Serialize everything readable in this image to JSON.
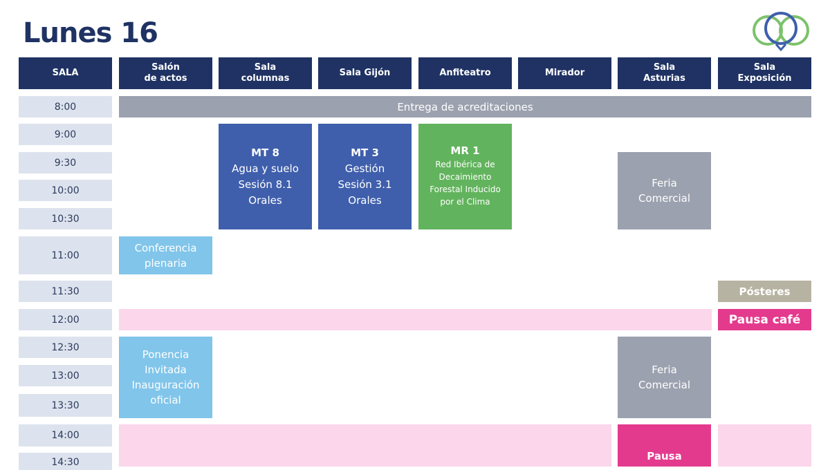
{
  "title": "Lunes 16",
  "columns": [
    "SALA",
    "Salón\nde actos",
    "Sala\ncolumnas",
    "Sala Gijón",
    "Anfiteatro",
    "Mirador",
    "Sala\nAsturias",
    "Sala\nExposición"
  ],
  "times": [
    "8:00",
    "9:00",
    "9:30",
    "10:00",
    "10:30",
    "11:00",
    "11:30",
    "12:00",
    "12:30",
    "13:00",
    "13:30",
    "14:00",
    "14:30"
  ],
  "events": {
    "acreditaciones": "Entrega de acreditaciones",
    "mt8": [
      "MT 8",
      "Agua y suelo",
      "Sesión 8.1",
      "Orales"
    ],
    "mt3": [
      "MT 3",
      "Gestión",
      "Sesión 3.1",
      "Orales"
    ],
    "mr1": [
      "MR 1",
      "Red Ibérica de",
      "Decaimiento",
      "Forestal Inducido",
      "por el Clima"
    ],
    "feria1": [
      "Feria",
      "Comercial"
    ],
    "conferencia": [
      "Conferencia",
      "plenaria"
    ],
    "posteres": "Pósteres",
    "pausa_cafe": "Pausa café",
    "ponencia": [
      "Ponencia",
      "Invitada",
      "Inauguración",
      "oficial"
    ],
    "feria2": [
      "Feria",
      "Comercial"
    ],
    "pausa": "Pausa"
  },
  "colors": {
    "navy": "#1f3263",
    "gray": "#9ba1ae",
    "blue": "#3f5fac",
    "green": "#62b35d",
    "light_blue": "#81c5ea",
    "pink": "#fcd6ea",
    "magenta": "#e43a8e",
    "khaki": "#b7b3a2"
  }
}
